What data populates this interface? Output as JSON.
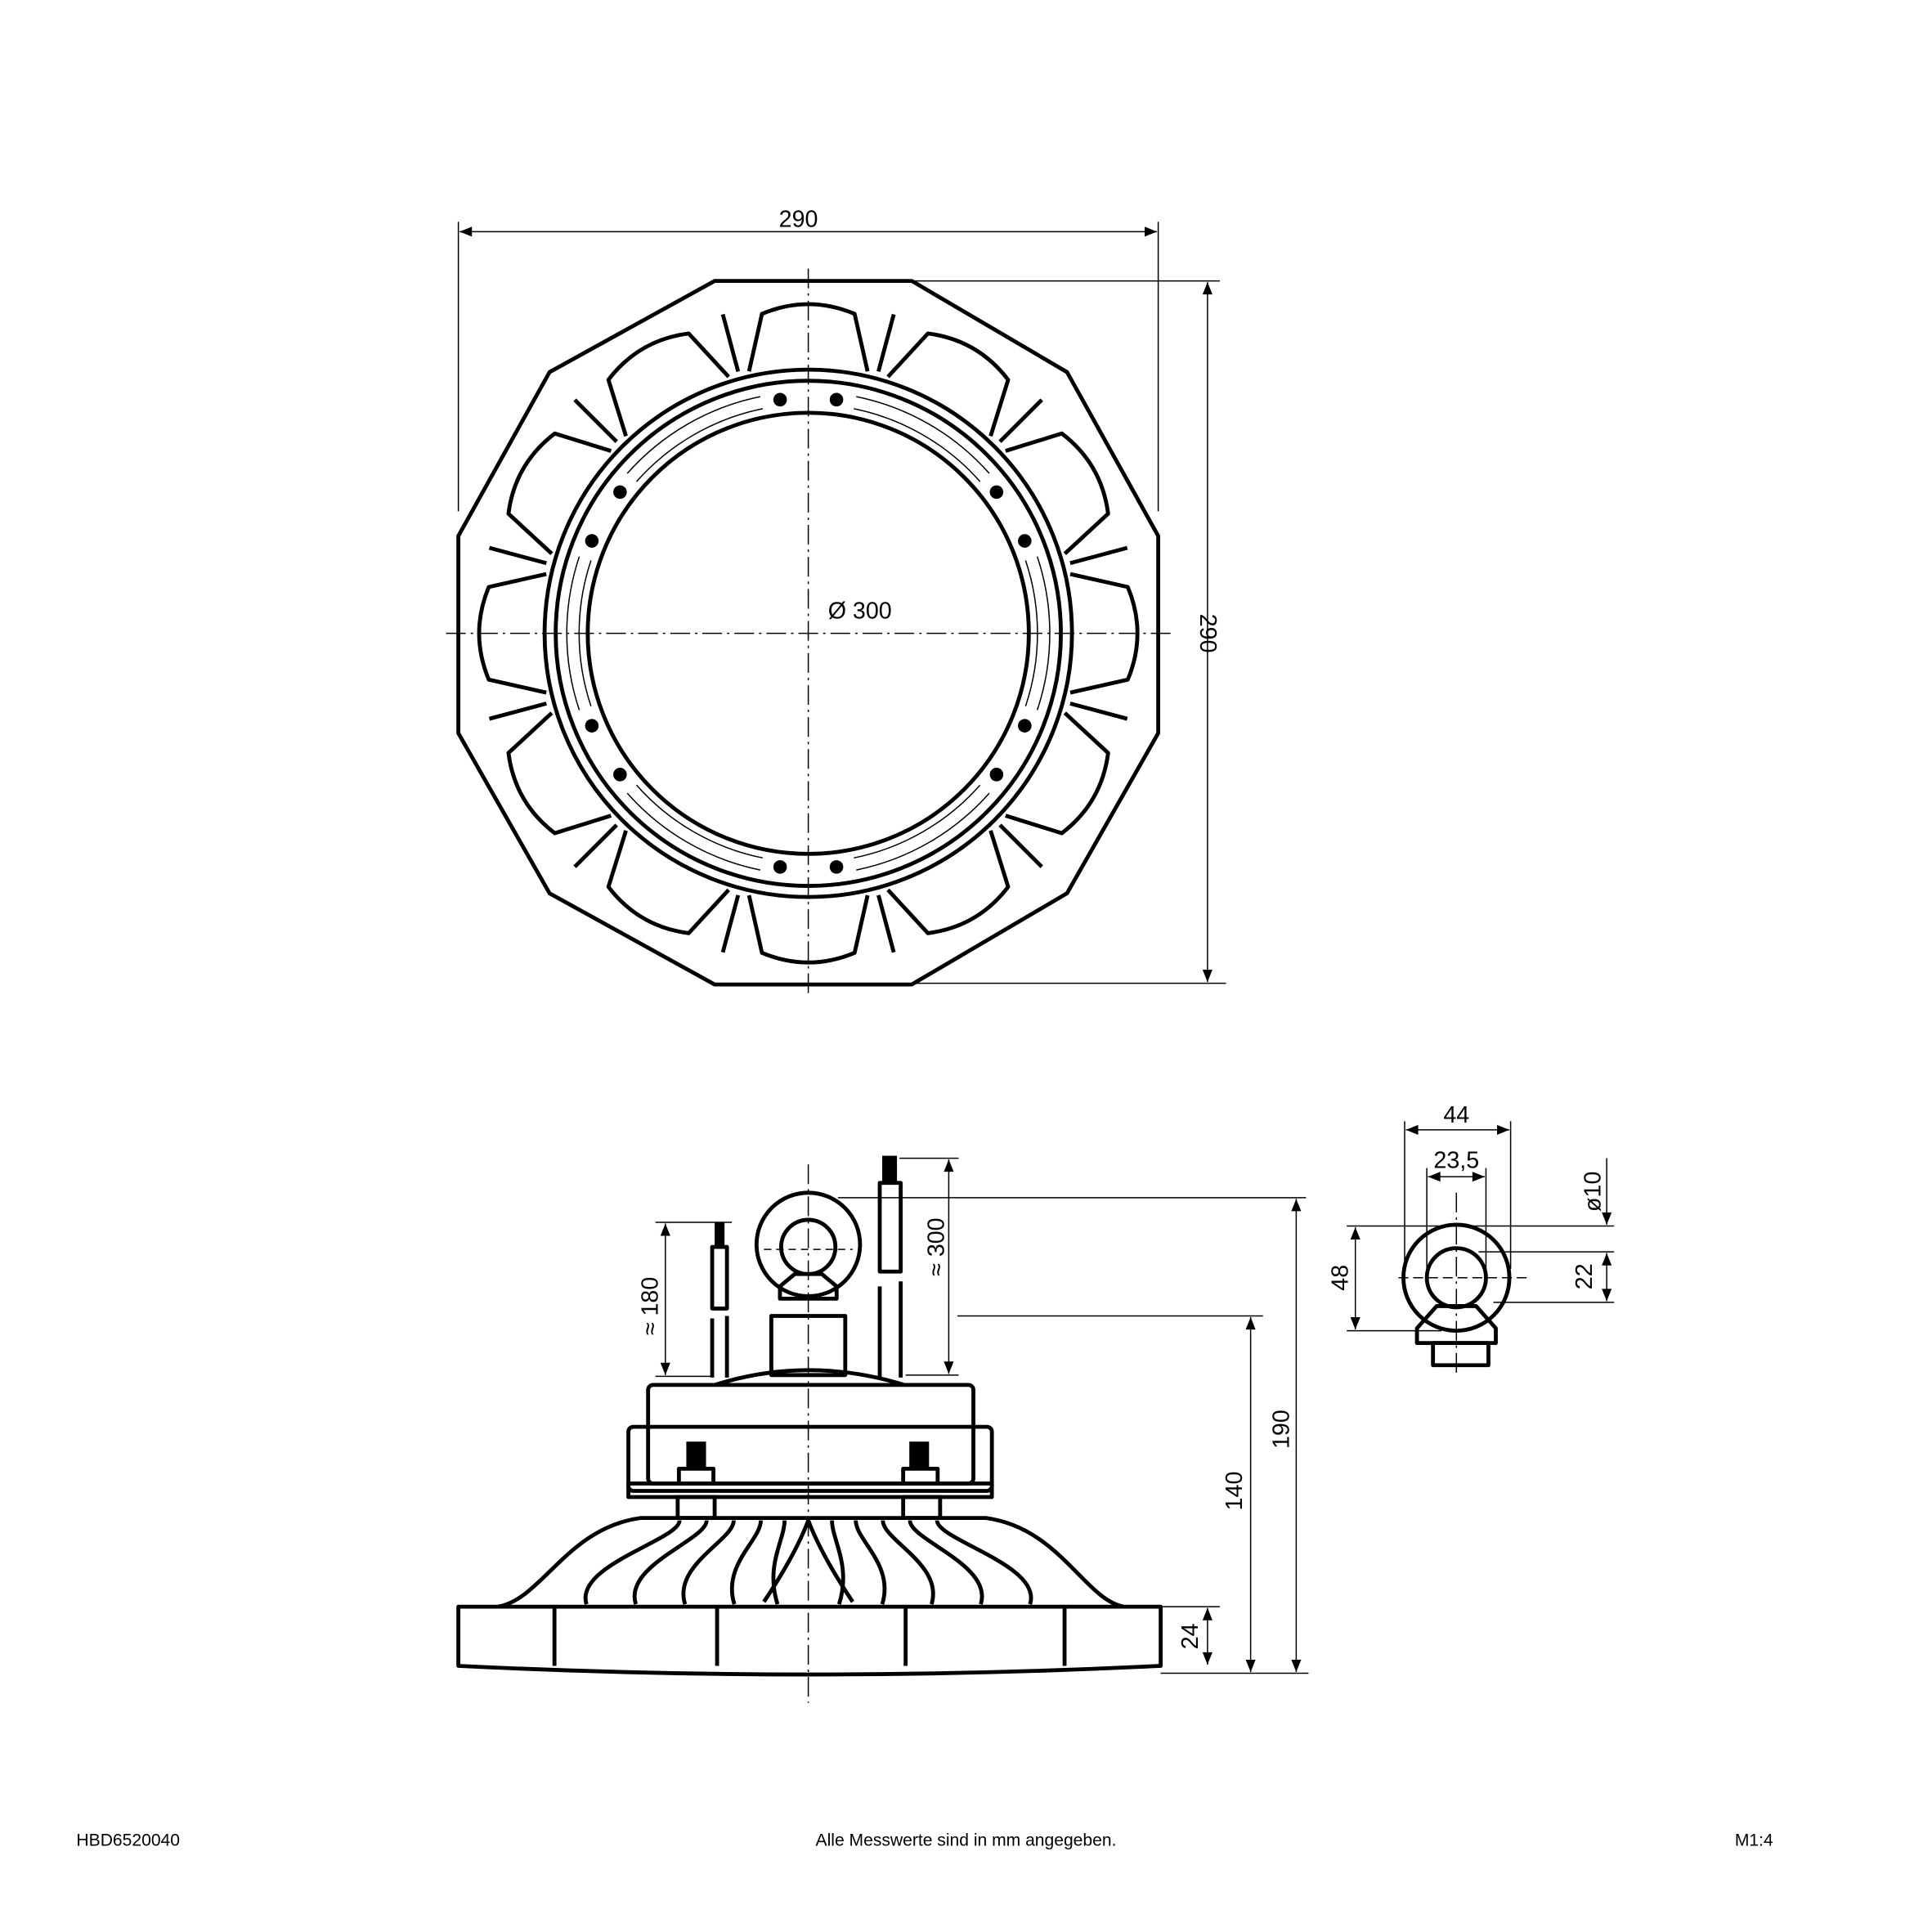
{
  "top_view": {
    "width_label": "290",
    "height_label": "290",
    "diameter_label": "Ø 300"
  },
  "side_view": {
    "cable_short_label": "≈ 180",
    "cable_long_label": "≈ 300",
    "total_height_label": "190",
    "body_height_label": "140",
    "base_height_label": "24"
  },
  "eyebolt_detail": {
    "outer_width_label": "44",
    "inner_width_label": "23,5",
    "thread_label": "ø10",
    "height_label": "48",
    "inner_height_label": "22"
  },
  "footer": {
    "article_number": "HBD6520040",
    "note": "Alle Messwerte sind in mm angegeben.",
    "scale": "M1:4"
  }
}
